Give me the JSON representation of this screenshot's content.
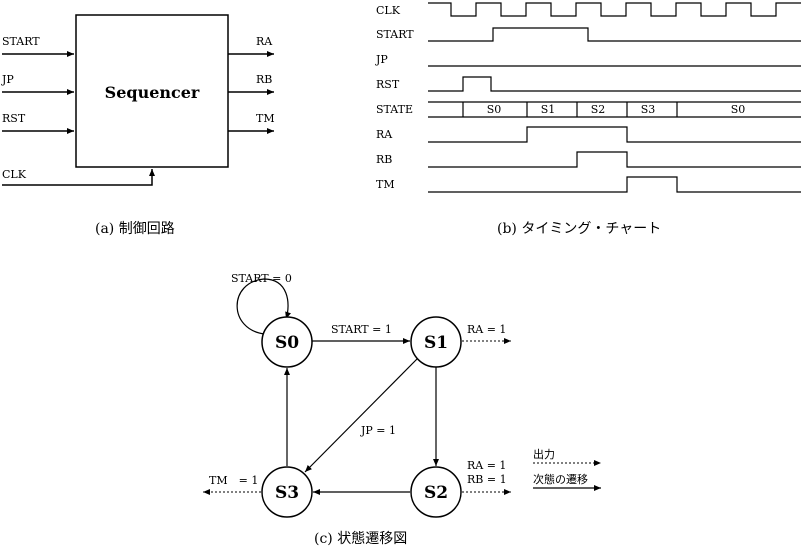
{
  "block": {
    "title": "Sequencer",
    "inputs": [
      "START",
      "JP",
      "RST"
    ],
    "clock": "CLK",
    "outputs": [
      "RA",
      "RB",
      "TM"
    ],
    "caption": "(a) 制御回路"
  },
  "timing": {
    "signals": [
      "CLK",
      "START",
      "JP",
      "RST",
      "STATE",
      "RA",
      "RB",
      "TM"
    ],
    "states": [
      "S0",
      "S1",
      "S2",
      "S3",
      "S0"
    ],
    "caption": "(b) タイミング・チャート"
  },
  "fsm": {
    "states": {
      "s0": "S0",
      "s1": "S1",
      "s2": "S2",
      "s3": "S3"
    },
    "transitions": {
      "self": "START = 0",
      "s0_s1": "START = 1",
      "s1_s3": "JP = 1"
    },
    "outputs": {
      "s1": "RA = 1",
      "s2_a": "RA = 1",
      "s2_b": "RB = 1",
      "s3": "TM　= 1"
    },
    "legend": {
      "output": "出力",
      "transition": "次態の遷移"
    },
    "caption": "(c) 状態遷移図"
  }
}
